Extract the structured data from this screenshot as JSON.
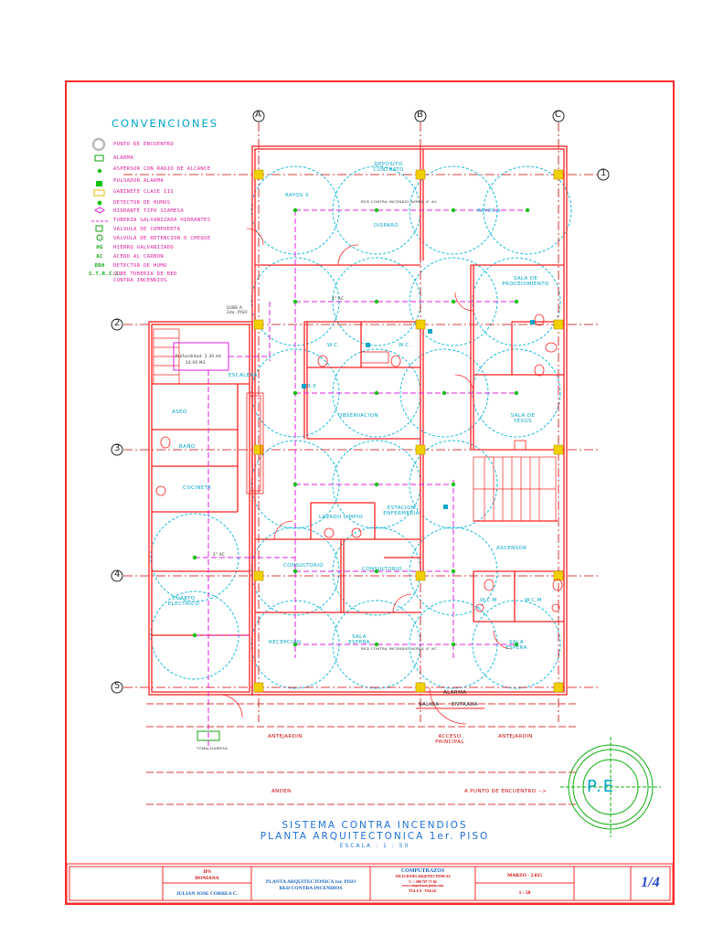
{
  "legend": {
    "title": "CONVENCIONES",
    "items": [
      {
        "code": "",
        "label": "PUNTO DE ENCUENTRO"
      },
      {
        "code": "",
        "label": "ALARMA"
      },
      {
        "code": "",
        "label": "ASPERSOR CON RADIO DE ALCANCE"
      },
      {
        "code": "",
        "label": "PULSADOR ALARMA"
      },
      {
        "code": "",
        "label": "GABINETE CLASE III"
      },
      {
        "code": "",
        "label": "DETECTOR DE HUMOS"
      },
      {
        "code": "",
        "label": "HIDRANTE TIPO SIAMESA"
      },
      {
        "code": "",
        "label": "TUBERIA GALVANIZADA HIDRANTES"
      },
      {
        "code": "",
        "label": "VALVULA DE COMPUERTA"
      },
      {
        "code": "",
        "label": "VALVULA DE RETENCION O CHEQUE"
      },
      {
        "code": "HG",
        "label": "HIERRO GALVANIZADO"
      },
      {
        "code": "AC",
        "label": "ACERO AL CARBON"
      },
      {
        "code": "DDH",
        "label": "DETECTOR DE HUMO"
      },
      {
        "code": "S.T.R.C.I.",
        "label": "SUBE TUBERIA DE RED"
      },
      {
        "code": "",
        "label": "CONTRA INCENDIOS"
      }
    ]
  },
  "grid_axes": {
    "columns": [
      "A",
      "B",
      "C"
    ],
    "rows": [
      "1",
      "2",
      "3",
      "4",
      "5"
    ]
  },
  "rooms": {
    "deposito_contrato": "DEPOSITO CONTRATO",
    "rayos_a": "RAYOS X",
    "rayos_b": "RAYOS X",
    "disparo": "DISPARO",
    "sala_proced": "SALA DE PROCEDIMIENTO",
    "wc1": "W.C.",
    "wc2": "W.C.",
    "rx": "R.X",
    "observacion": "OBSERVACION",
    "sala_yesos": "SALA DE YESOS",
    "aseo": "ASEO",
    "bano": "BAÑO",
    "cocineta": "COCINETA",
    "lavado": "LAVADO LIMPIO",
    "estacion": "ESTACION ENFERMERIA",
    "consultorio1": "CONSULTORIO",
    "consultorio2": "CONSULTORIO",
    "ascensor": "ASCENSOR",
    "cuarto_electrico": "CUARTO ELECTRICO",
    "wcm1": "W.C.M",
    "wcm2": "W.C.M",
    "recepcion": "RECEPCION",
    "sala_espera1": "SALA ESPERA",
    "sala_espera2": "SALA ESPERA",
    "salida": "SALIDA",
    "entrada": "ENTRADA",
    "alarma": "ALARMA",
    "antejardin1": "ANTEJARDIN",
    "antejardin2": "ANTEJARDIN",
    "acceso": "ACCESO PRINCIPAL",
    "anden": "ANDEN",
    "punto": "A PUNTO DE ENCUENTRO -->",
    "toma": "TOMA SIAMESA",
    "sube": "SUBE A 2do. PISO",
    "tanque_prof": "Profundidad: 2.30 mt",
    "tanque_vol": "10.00 M3",
    "escalera": "ESCALERA",
    "red1": "RED CONTRA INCENDIO AEREA 4\" AC",
    "red2": "RED CONTRA INCENDIO AEREA 4\" AC",
    "pipe_label": "4\" AC",
    "pipe_label2": "2\" AC",
    "pe": "P.E"
  },
  "title": {
    "line1": "SISTEMA CONTRA INCENDIOS",
    "line2": "PLANTA ARQUITECTONICA 1er. PISO",
    "line3": "ESCALA  :  1 : 50"
  },
  "title_block": {
    "c1a": "IPS",
    "c1b": "DONIANA",
    "c1c": "JULIAN JOSE CORREA C.",
    "c2a": "PLANTA ARQUITECTONICA 1er. PISO",
    "c2b": "RED CONTRA INCENDIOS",
    "c3a": "COMPUTRAZOS",
    "c3b": "SOLUCIONES ARQUITECTONICAS",
    "c3c": "C + 300 767 71 84",
    "c3d": "www.computrazos.jimdo.com",
    "c3e": "TULUA - VALLE",
    "c4a": "MARZO - 2.015",
    "c4b": "1 : 50",
    "c5": "1/4"
  },
  "colors": {
    "border": "#ff2a2a",
    "wall": "#ff2020",
    "sprinkler_circle": "#00b4d8",
    "pipe": "#e020e0",
    "grid": "#cc0000",
    "text_cyan": "#00a6c8",
    "column": "#f0d000"
  }
}
